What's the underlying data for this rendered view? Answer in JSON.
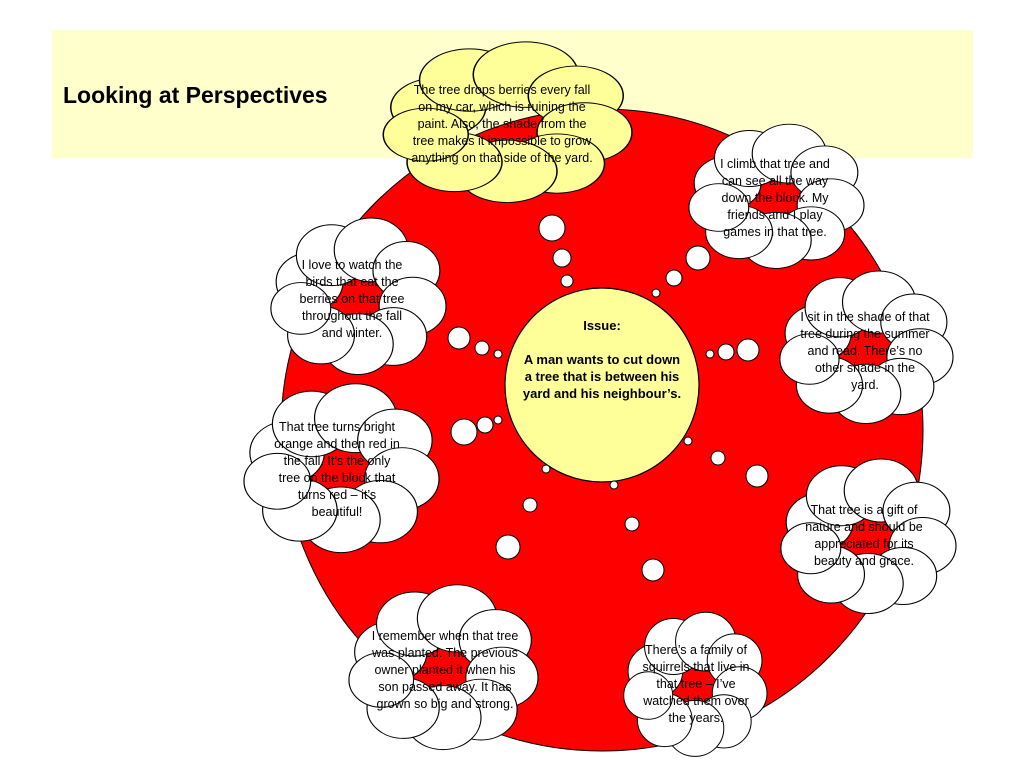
{
  "title": "Looking at Perspectives",
  "colors": {
    "title_band": "#ffffcc",
    "big_circle": "#ff0000",
    "center_circle": "#ffff99",
    "top_cloud": "#ffff99",
    "cloud": "#ffffff"
  },
  "issue": {
    "label": "Issue:",
    "text": "A man wants to cut down a tree that is between his yard and his neighbour’s."
  },
  "perspectives": {
    "car_owner": "The tree drops berries every fall on my car, which is ruining the paint. Also, the shade from the tree makes it impossible to grow anything on that side of the yard.",
    "climber": "I climb that tree and can see all the way down the block. My friends and I play games in that tree.",
    "bird_watcher": "I love to watch the birds that eat the berries on that tree throughout the fall and winter.",
    "shade_reader": "I sit in the shade of that tree during the summer and read. There’s no other shade in the yard.",
    "fall_colours": "That tree turns bright orange and then red in the fall. It’s the only tree on the block that turns red – it’s beautiful!",
    "gift_of_nature": "That tree is a gift of nature and should be appreciated for its beauty and grace.",
    "memory": "I remember when that tree was planted. The previous owner planted it when his son passed away. It has grown so big and strong.",
    "squirrels": "There’s a family of squirrels that live in that tree – I’ve watched them over the years."
  }
}
